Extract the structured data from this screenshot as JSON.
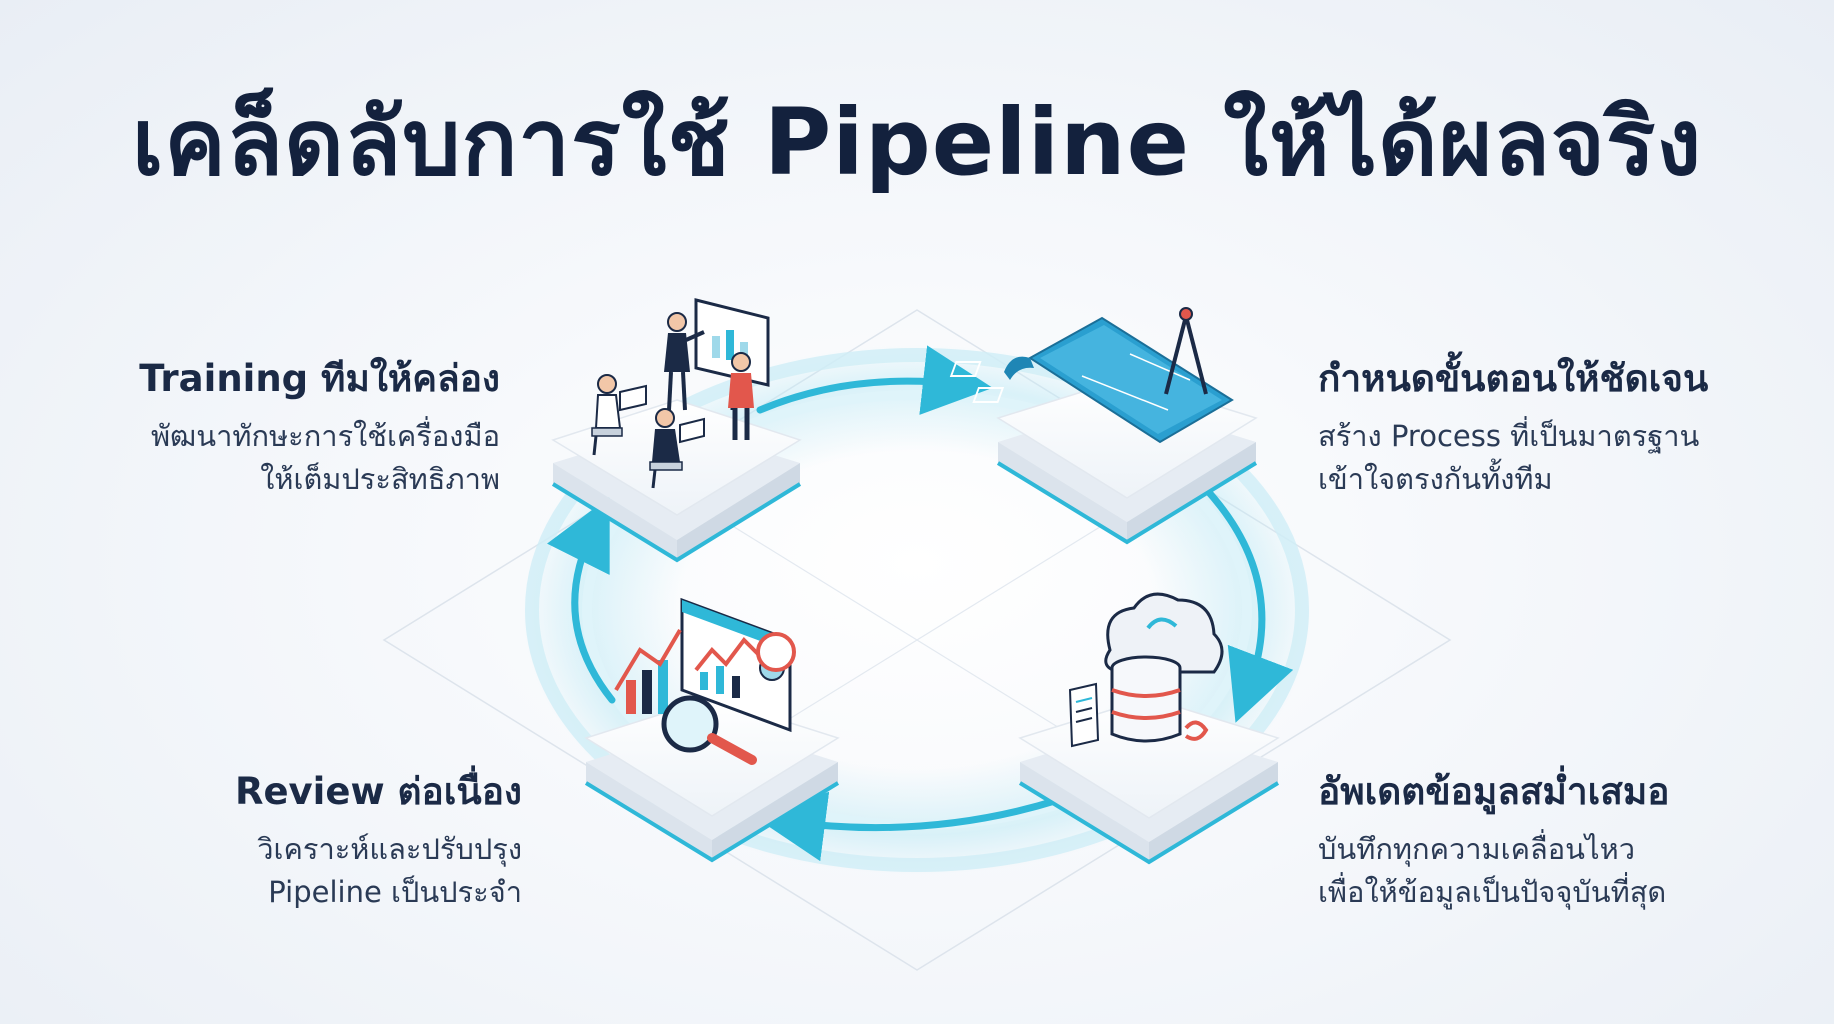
{
  "title": "เคล็ดลับการใช้ Pipeline ให้ได้ผลจริง",
  "steps": [
    {
      "heading": "กำหนดขั้นตอนให้ชัดเจน",
      "desc_line1": "สร้าง Process ที่เป็นมาตรฐาน",
      "desc_line2": "เข้าใจตรงกันทั้งทีม",
      "icon": "blueprint-icon"
    },
    {
      "heading": "อัพเดตข้อมูลสม่ำเสมอ",
      "desc_line1": "บันทึกทุกความเคลื่อนไหว",
      "desc_line2": "เพื่อให้ข้อมูลเป็นปัจจุบันที่สุด",
      "icon": "database-cloud-icon"
    },
    {
      "heading": "Review ต่อเนื่อง",
      "desc_line1": "วิเคราะห์และปรับปรุง",
      "desc_line2": "Pipeline เป็นประจำ",
      "icon": "analytics-review-icon"
    },
    {
      "heading": "Training ทีมให้คล่อง",
      "desc_line1": "พัฒนาทักษะการใช้เครื่องมือ",
      "desc_line2": "ให้เต็มประสิทธิภาพ",
      "icon": "team-training-icon"
    }
  ],
  "colors": {
    "accent": "#2fb8d8",
    "title": "#13213d",
    "text": "#2a3a55",
    "accent_red": "#e2574c"
  }
}
